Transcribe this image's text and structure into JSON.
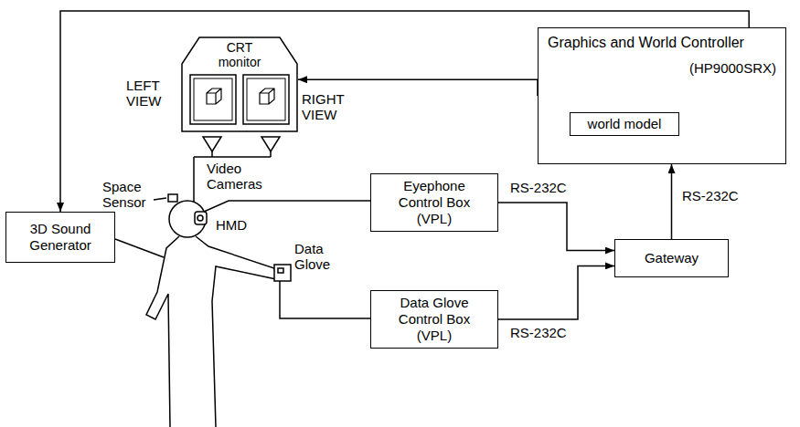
{
  "diagram": {
    "nodes": [
      {
        "text": [
          "Graphics and World Controller",
          "(HP9000SRX)"
        ]
      },
      {
        "text": [
          "world model"
        ],
        "in": 0
      },
      {
        "text": [
          "CRT monitor"
        ]
      },
      {
        "text": [
          "Eyephone Control Box (VPL)"
        ]
      },
      {
        "text": [
          "Data Glove Control Box (VPL)"
        ]
      },
      {
        "text": [
          "Gateway"
        ]
      },
      {
        "text": [
          "3D Sound Generator"
        ]
      }
    ],
    "edges": [
      {
        "from": 0,
        "to": 2,
        "arrow": "to"
      },
      {
        "from": 0,
        "to": 6,
        "arrow": "to"
      },
      {
        "from": 3,
        "to": 5,
        "label": "RS-232C",
        "arrow": "to"
      },
      {
        "from": 4,
        "to": 5,
        "label": "RS-232C",
        "arrow": "to"
      },
      {
        "from": 5,
        "to": 0,
        "label": "RS-232C",
        "arrow": "to"
      }
    ],
    "labels": [
      "LEFT VIEW",
      "RIGHT VIEW",
      "Video Cameras",
      "Space Sensor",
      "HMD",
      "Data Glove"
    ]
  }
}
